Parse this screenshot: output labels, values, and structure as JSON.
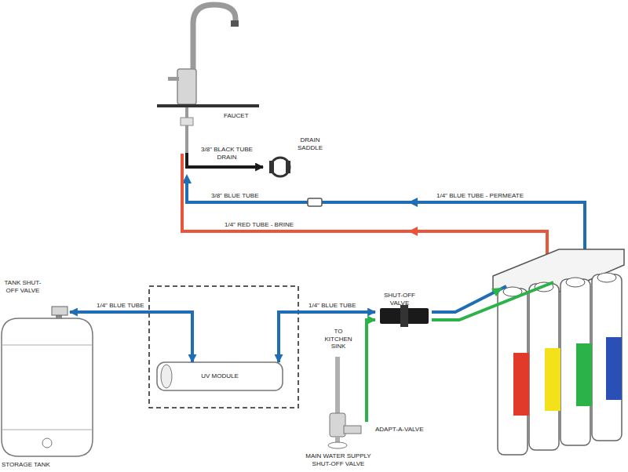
{
  "diagram": {
    "nodes": [
      {
        "text": [
          "FAUCET"
        ]
      },
      {
        "text": [
          "DRAIN SADDLE"
        ]
      },
      {
        "text": [
          "TANK SHUT-OFF VALVE"
        ]
      },
      {
        "text": [
          "STORAGE TANK"
        ]
      },
      {
        "text": [
          "UV MODULE"
        ]
      },
      {
        "text": [
          "SHUT-OFF VALVE"
        ]
      },
      {
        "text": [
          "ADAPT-A-VALVE"
        ]
      },
      {
        "text": [
          "MAIN WATER SUPPLY SHUT-OFF VALVE"
        ]
      }
    ],
    "edges": [
      {
        "from": 0,
        "to": 1,
        "arrow": "to",
        "label": "3/8\" BLACK TUBE DRAIN"
      },
      {
        "from": 2,
        "to": 4,
        "arrow": "both",
        "label": "1/4\" BLUE TUBE"
      },
      {
        "from": 4,
        "to": 5,
        "arrow": "both",
        "label": "1/4\" BLUE TUBE"
      },
      {
        "from": 6,
        "to": 5,
        "arrow": "to"
      }
    ],
    "labels": [
      "3/8\" BLUE TUBE",
      "1/4\" BLUE TUBE - PERMEATE",
      "1/4\" RED TUBE - BRINE",
      "TO KITCHEN SINK"
    ]
  }
}
